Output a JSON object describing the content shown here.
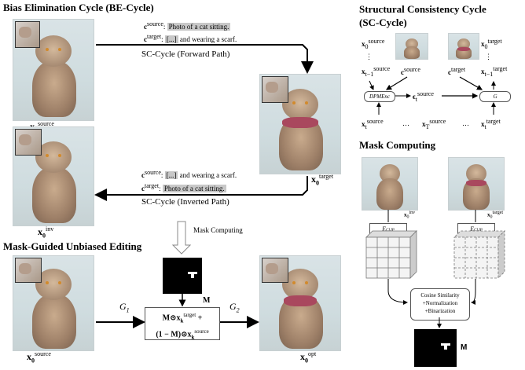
{
  "be_cycle": {
    "title": "Bias Elimination Cycle (BE-Cycle)",
    "forward_source_label": "c",
    "forward_source_sup": "source",
    "forward_source_text": "Photo of a cat sitting.",
    "forward_target_label": "c",
    "forward_target_sup": "target",
    "forward_target_prefix": "[...]",
    "forward_target_text": " and wearing a scarf.",
    "forward_path": "SC-Cycle (Forward Path)",
    "inverted_source_label": "c",
    "inverted_source_sup": "source",
    "inverted_source_prefix": "[...]",
    "inverted_source_text": " and wearing a scarf.",
    "inverted_target_label": "c",
    "inverted_target_sup": "target",
    "inverted_target_text": "Photo of a cat sitting.",
    "inverted_path": "SC-Cycle (Inverted Path)",
    "mask_computing_arrow": "Mask Computing",
    "x0_source": {
      "base": "x",
      "sub": "0",
      "sup": "source"
    },
    "x0_target": {
      "base": "x",
      "sub": "0",
      "sup": "target"
    },
    "x0_inv": {
      "base": "x",
      "sub": "0",
      "sup": "inv"
    }
  },
  "mask_guided": {
    "title": "Mask-Guided Unbiased Editing",
    "g1": "G",
    "g1_sub": "1",
    "g2": "G",
    "g2_sub": "2",
    "m_label": "M",
    "formula_line1": "M⊙x",
    "formula_line1_sub": "k",
    "formula_line1_sup": "target",
    "formula_plus": "+",
    "formula_line2": "(1 − M)⊙x",
    "formula_line2_sub": "k",
    "formula_line2_sup": "source",
    "x0_source": {
      "base": "x",
      "sub": "0",
      "sup": "source"
    },
    "x0_opt": {
      "base": "x",
      "sub": "0",
      "sup": "opt"
    }
  },
  "sc_cycle": {
    "title_line1": "Structural Consistency Cycle",
    "title_line2": "(SC-Cycle)",
    "x0_source": "x",
    "x0_source_sub": "0",
    "x0_source_sup": "source",
    "x0_target": "x",
    "x0_target_sub": "0",
    "x0_target_sup": "target",
    "xt1_source": "x",
    "xt1_source_sub": "t−1",
    "xt1_source_sup": "source",
    "xt1_target": "x",
    "xt1_target_sub": "t−1",
    "xt1_target_sup": "target",
    "c_source": "c",
    "c_source_sup": "source",
    "c_target": "c",
    "c_target_sup": "target",
    "dpm_enc": "DPMEnc",
    "eps": "ϵ",
    "eps_sub": "t",
    "eps_sup": "source",
    "g_box": "G",
    "xt_source": "x",
    "xt_source_sub": "t",
    "xt_source_sup": "source",
    "xT_source": "x",
    "xT_source_sub": "T",
    "xT_source_sup": "source",
    "xt_target": "x",
    "xt_target_sub": "t",
    "xt_target_sup": "target",
    "vdots": "⋮",
    "dots": "…"
  },
  "mask_computing": {
    "title": "Mask Computing",
    "x0_inv": "x",
    "x0_inv_sub": "0",
    "x0_inv_sup": "inv",
    "x0_target": "x",
    "x0_target_sub": "0",
    "x0_target_sup": "target",
    "eclip_left": "E",
    "eclip_left_sub": "CLIP",
    "eclip_right": "E",
    "eclip_right_sub": "CLIP",
    "cosine_line1": "Cosine Similarity",
    "cosine_line2": "+Normalization",
    "cosine_line3": "+Binarization",
    "m_label": "M"
  },
  "colors": {
    "highlight": "#c8c8c8",
    "scarf": "#a9485e",
    "background": "#ffffff"
  }
}
